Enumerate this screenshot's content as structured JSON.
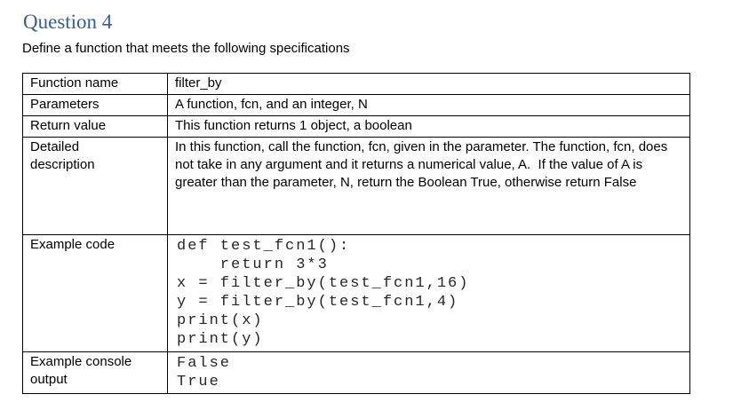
{
  "page": {
    "title": "Question 4",
    "subtitle": "Define a function that meets the following specifications"
  },
  "table": {
    "rows": [
      {
        "label": "Function name",
        "value": "filter_by"
      },
      {
        "label": "Parameters",
        "value": "A function, fcn, and an integer, N"
      },
      {
        "label": "Return value",
        "value": "This function returns 1 object, a boolean"
      },
      {
        "label": "Detailed\ndescription",
        "value": "In this function, call the function, fcn, given in the parameter. The function, fcn, does not take in any argument and it returns a numerical value, A.  If the value of A is greater than the parameter, N, return the Boolean True, otherwise return False"
      },
      {
        "label": "Example code",
        "value": "def test_fcn1():\n    return 3*3\nx = filter_by(test_fcn1,16)\ny = filter_by(test_fcn1,4)\nprint(x)\nprint(y)"
      },
      {
        "label": "Example console\noutput",
        "value": "False\nTrue"
      }
    ]
  },
  "colors": {
    "heading": "#365F91",
    "body_text": "#000000",
    "code_text": "#262626",
    "table_border": "#000000",
    "background": "#FFFFFF"
  }
}
